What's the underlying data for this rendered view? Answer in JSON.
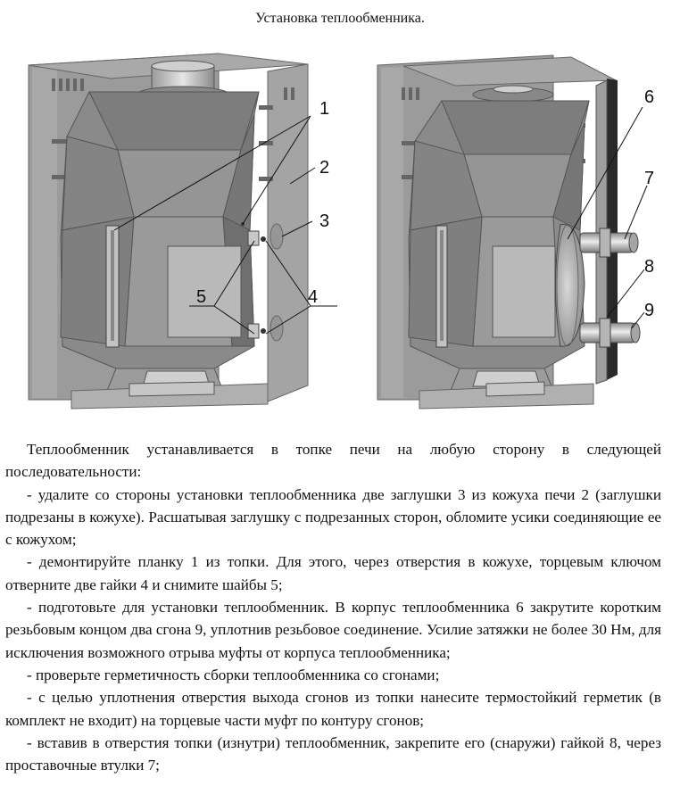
{
  "title": "Установка теплообменника.",
  "figure": {
    "left_labels": [
      "1",
      "2",
      "3",
      "4",
      "5"
    ],
    "right_labels": [
      "6",
      "7",
      "8",
      "9"
    ]
  },
  "paragraphs": [
    "Теплообменник устанавливается в топке печи на любую сторону в следующей последовательности:",
    "- удалите со стороны установки теплообменника две заглушки 3 из кожуха печи 2 (заглушки подрезаны в кожухе). Расшатывая заглушку с подрезанных сторон, обломите усики соединяющие ее с кожухом;",
    "- демонтируйте планку 1 из топки. Для этого, через отверстия в кожухе, торцевым ключом отверните две гайки 4 и снимите шайбы 5;",
    "- подготовьте для установки теплообменник. В корпус теплообменника 6 закрутите коротким резьбовым концом два сгона 9, уплотнив резьбовое соединение. Усилие затяжки не более 30 Нм, для исключения возможного отрыва муфты от корпуса теплообменника;",
    "- проверьте герметичность сборки теплообменника со сгонами;",
    "- с целью уплотнения отверстия выхода сгонов из топки нанесите термостойкий герметик (в комплект не входит) на торцевые части муфт по контуру сгонов;",
    "- вставив в отверстия топки (изнутри) теплообменник, закрепите его (снаружи) гайкой 8, через проставочные втулки 7;"
  ]
}
